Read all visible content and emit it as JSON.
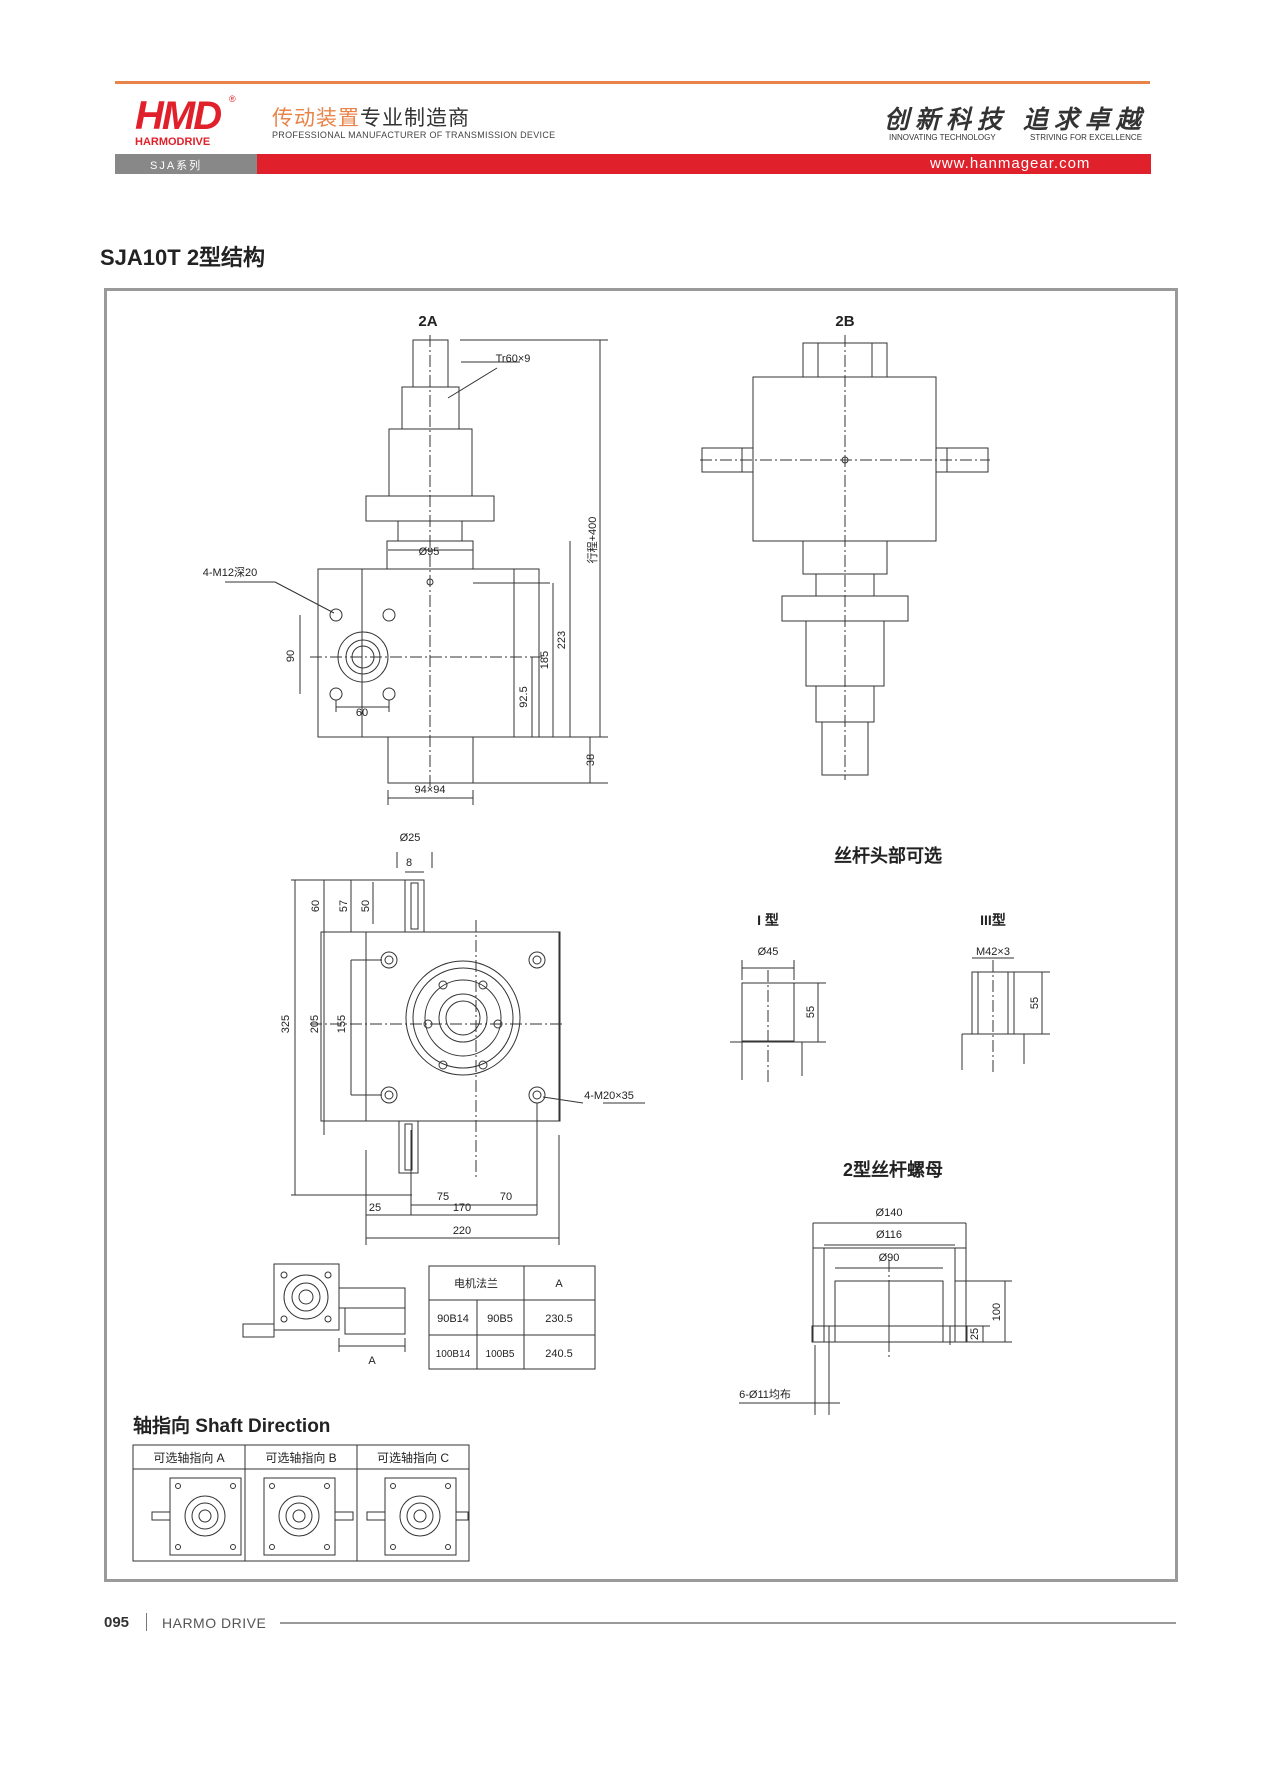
{
  "header": {
    "logo_text": "HMD",
    "logo_sub": "HARMODRIVE",
    "logo_reg": "®",
    "tagline_a": "传动装置",
    "tagline_b": "专业制造商",
    "tagline_en": "PROFESSIONAL MANUFACTURER OF TRANSMISSION DEVICE",
    "motto_cn": "创新科技 追求卓越",
    "motto_en_1": "INNOVATING TECHNOLOGY",
    "motto_en_2": "STRIVING FOR EXCELLENCE",
    "series": "SJA系列",
    "website": "www.hanmagear.com",
    "colors": {
      "accent_orange": "#e8844a",
      "brand_red": "#e0202a",
      "bar_gray": "#888888"
    }
  },
  "page_title": "SJA10T 2型结构",
  "drawing": {
    "view_2a": {
      "title": "2A",
      "thread": "Tr60×9",
      "stroke": "行程+400",
      "flange_dia": "Ø95",
      "mount_holes": "4-M12深20",
      "dim_90": "90",
      "dim_60": "60",
      "dim_92_5": "92.5",
      "dim_185": "185",
      "dim_223": "223",
      "dim_38": "38",
      "dim_94x94": "94×94"
    },
    "view_2b": {
      "title": "2B"
    },
    "plan_view": {
      "shaft_dia": "Ø25",
      "key": "8",
      "dim_60": "60",
      "dim_57": "57",
      "dim_50": "50",
      "dim_325": "325",
      "dim_205": "205",
      "dim_155": "155",
      "holes": "4-M20×35",
      "dim_75": "75",
      "dim_70": "70",
      "dim_25": "25",
      "dim_170": "170",
      "dim_220": "220"
    },
    "screw_head": {
      "title": "丝杆头部可选",
      "type1": "I 型",
      "type1_dia": "Ø45",
      "type1_len": "55",
      "type3": "III型",
      "type3_thread": "M42×3",
      "type3_len": "55"
    },
    "nut": {
      "title": "2型丝杆螺母",
      "d140": "Ø140",
      "d116": "Ø116",
      "d90": "Ø90",
      "h100": "100",
      "h25": "25",
      "holes": "6-Ø11均布"
    },
    "motor_table": {
      "dim_label": "A",
      "headers": [
        "电机法兰",
        "A"
      ],
      "rows": [
        [
          "90B14",
          "90B5",
          "230.5"
        ],
        [
          "100B14",
          "100B5",
          "240.5"
        ]
      ]
    },
    "shaft_direction": {
      "title": "轴指向 Shaft Direction",
      "options": [
        "可选轴指向 A",
        "可选轴指向 B",
        "可选轴指向 C"
      ]
    }
  },
  "footer": {
    "page_number": "095",
    "brand": "HARMO DRIVE"
  }
}
